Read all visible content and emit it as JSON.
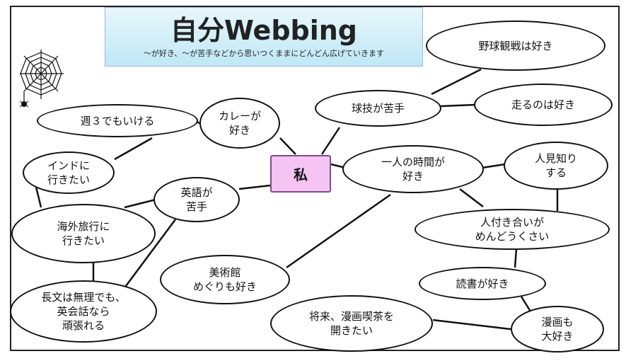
{
  "title": {
    "main": "自分Webbing",
    "subtitle": "～が好き、～が苦手などから思いつくままにどんどん広げていきます"
  },
  "center": {
    "label": "私"
  },
  "nodes": {
    "yakyu": "野球観戦は好き",
    "kyugi": "球技が苦手",
    "hashiru": "走るのは好き",
    "curry": "カレーが\n好き",
    "shu3": "週３でもいける",
    "india": "インドに\n行きたい",
    "hitori": "一人の時間が\n好き",
    "hitomishiri": "人見知り\nする",
    "eigo": "英語が\n苦手",
    "kaigai": "海外旅行に\n行きたい",
    "hitozukiai": "人付き合いが\nめんどうくさい",
    "bijutsukan": "美術館\nめぐりも好き",
    "dokusho": "読書が好き",
    "chobun": "長文は無理でも、\n英会話なら\n頑張れる",
    "shorai": "将来、漫画喫茶を\n開きたい",
    "manga": "漫画も\n大好き"
  },
  "icons": {
    "decoration": "spider-web-icon"
  }
}
